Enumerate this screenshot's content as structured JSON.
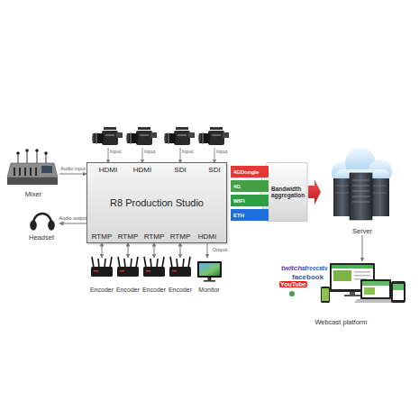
{
  "diagram": {
    "nodes": [
      {
        "text": [
          "Mixer"
        ]
      },
      {
        "text": [
          "R8 Production Studio"
        ]
      },
      {
        "text": [
          "HDMI"
        ],
        "in": 1
      },
      {
        "text": [
          "HDMI"
        ],
        "in": 1
      },
      {
        "text": [
          "SDI"
        ],
        "in": 1
      },
      {
        "text": [
          "SDI"
        ],
        "in": 1
      },
      {
        "text": [
          "RTMP"
        ],
        "in": 1
      },
      {
        "text": [
          "RTMP"
        ],
        "in": 1
      },
      {
        "text": [
          "RTMP"
        ],
        "in": 1
      },
      {
        "text": [
          "RTMP"
        ],
        "in": 1
      },
      {
        "text": [
          "HDMI"
        ],
        "in": 1
      },
      {
        "text": [
          "Headset"
        ]
      },
      {
        "text": [
          "4GDongle"
        ]
      },
      {
        "text": [
          "4G"
        ]
      },
      {
        "text": [
          "WIFI"
        ]
      },
      {
        "text": [
          "ETH"
        ]
      },
      {
        "text": [
          "Bandwidth aggregation"
        ]
      },
      {
        "text": [
          "Server"
        ]
      },
      {
        "text": [
          "Encoder"
        ]
      },
      {
        "text": [
          "Encoder"
        ]
      },
      {
        "text": [
          "Encoder"
        ]
      },
      {
        "text": [
          "Encoder"
        ]
      },
      {
        "text": [
          "Monitor"
        ]
      },
      {
        "text": [
          "Webcast platform"
        ]
      }
    ],
    "edges": [
      {
        "from": 0,
        "to": 1,
        "label": "Audio input",
        "arrow": "to"
      },
      {
        "from": 1,
        "to": 11,
        "label": "Audio output",
        "arrow": "to"
      },
      {
        "from": 6,
        "to": 18,
        "arrow": "both"
      },
      {
        "from": 7,
        "to": 19,
        "arrow": "both"
      },
      {
        "from": 8,
        "to": 20,
        "arrow": "both"
      },
      {
        "from": 9,
        "to": 21,
        "arrow": "both"
      },
      {
        "from": 10,
        "to": 22,
        "label": "Output",
        "arrow": "to"
      },
      {
        "from": 16,
        "to": 17,
        "arrow": "to"
      },
      {
        "from": 17,
        "to": 23,
        "arrow": "to"
      }
    ],
    "labels": [
      "Input",
      "Input",
      "Input",
      "Input",
      "twitch",
      "afreecatv",
      "facebook",
      "YouTube"
    ]
  }
}
